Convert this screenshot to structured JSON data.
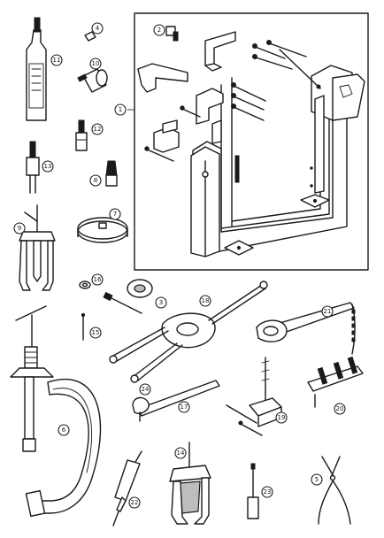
{
  "callouts": {
    "c1": "1",
    "c2": "2",
    "c3": "3",
    "c4": "4",
    "c5": "5",
    "c6": "6",
    "c7": "7",
    "c8": "8",
    "c9": "9",
    "c10": "10",
    "c11": "11",
    "c12": "12",
    "c13": "13",
    "c14": "14",
    "c15": "15",
    "c16": "16",
    "c17": "17",
    "c18": "18",
    "c19": "19",
    "c20": "20",
    "c21": "21",
    "c22": "22",
    "c23": "23",
    "c24": "24"
  },
  "colors": {
    "ink": "#1a1a1a",
    "paper": "#ffffff",
    "shade": "#bdbdbd"
  }
}
